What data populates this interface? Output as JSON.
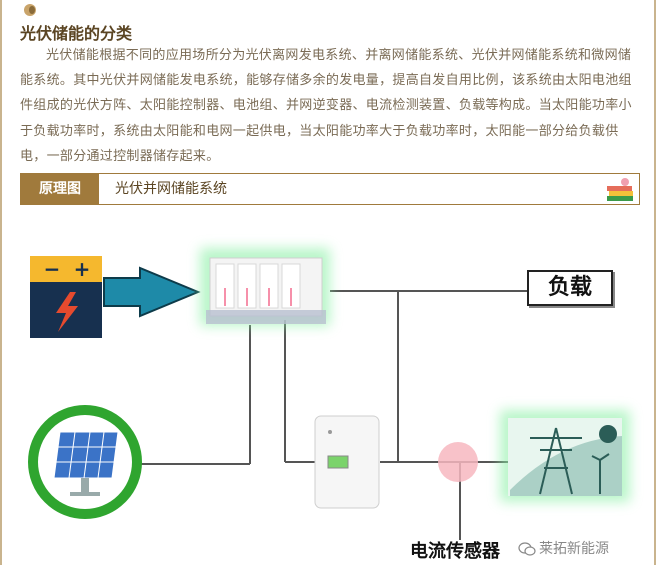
{
  "section": {
    "title": "光伏储能的分类",
    "paragraph": "光伏储能根据不同的应用场所分为光伏离网发电系统、并离网储能系统、光伏并网储能系统和微网储能系统。其中光伏并网储能发电系统，能够存储多余的发电量，提高自发自用比例，该系统由太阳电池组件组成的光伏方阵、太阳能控制器、电池组、并网逆变器、电流检测装置、负载等构成。当太阳能功率小于负载功率时，系统由太阳能和电网一起供电，当太阳能功率大于负载功率时，太阳能一部分给负载供电，一部分通过控制器储存起来。"
  },
  "banner": {
    "tag": "原理图",
    "title": "光伏并网储能系统"
  },
  "diagram": {
    "battery_minus": "−",
    "battery_plus": "+",
    "load_label": "负载",
    "sensor_label": "电流传感器"
  },
  "watermark": {
    "text": "莱拓新能源"
  },
  "colors": {
    "accent": "#a07a3c",
    "title": "#5b4523",
    "body_text": "#7a6b55",
    "battery_top": "#f5b82e",
    "battery_body": "#17304f",
    "arrow": "#1e8aa8",
    "solar_ring": "#2fa52f",
    "panel": "#3b73c7",
    "sensor": "#f7b7c0",
    "grid_glow": "#8af0a6"
  }
}
